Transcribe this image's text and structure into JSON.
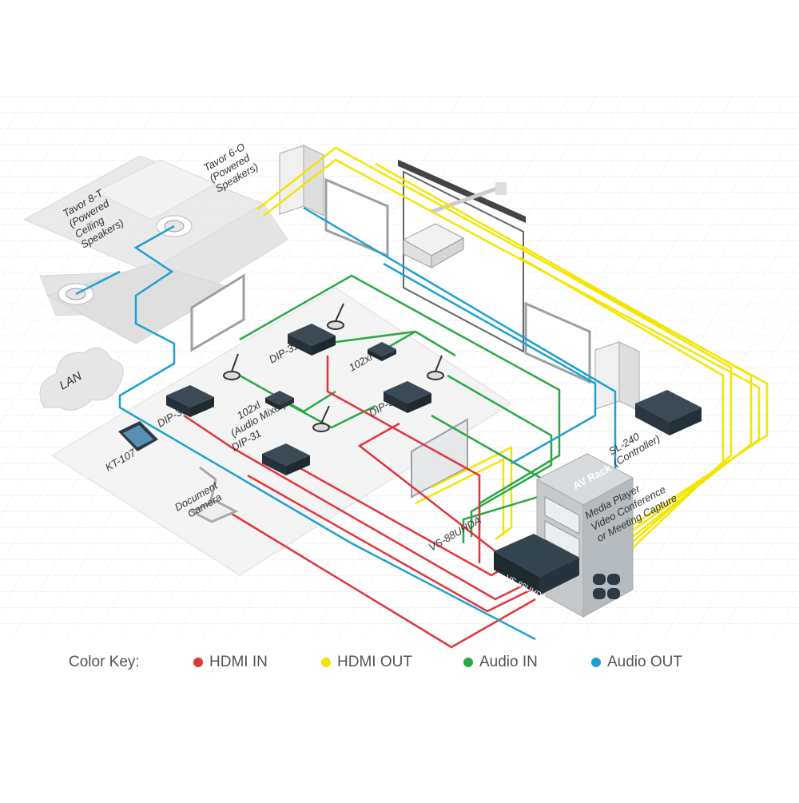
{
  "labels": {
    "tavor6": [
      "Tavor 6-O",
      "(Powered",
      "Speakers)"
    ],
    "tavor8": [
      "Tavor 8-T",
      "(Powered",
      "Ceiling",
      "Speakers)"
    ],
    "lan": "LAN",
    "dip_top": "DIP-31",
    "mixer_right": "102xl",
    "dip_mid": "DIP-31",
    "mixer_left": [
      "102xl",
      "(Audio Mixer)"
    ],
    "dip_left": "DIP-31",
    "dip_bottom": "DIP-31",
    "kt107": "KT-107",
    "doc_cam": [
      "Document",
      "Camera"
    ],
    "sl240": [
      "SL-240",
      "(Controller)"
    ],
    "av_rack": "AV Rack",
    "rack_lines": [
      "Media Player",
      "Video Conference",
      "or Meeting Capture"
    ],
    "vs_label": "VS-88UHDA",
    "vs_front": "VS-88UHDA"
  },
  "color_key": {
    "title": "Color Key:",
    "items": [
      {
        "label": "HDMI IN",
        "color": "#e3343b"
      },
      {
        "label": "HDMI OUT",
        "color": "#f2e600"
      },
      {
        "label": "Audio IN",
        "color": "#2aa845"
      },
      {
        "label": "Audio OUT",
        "color": "#1ea0d2"
      }
    ]
  },
  "colors": {
    "hdmi_in": "#e3343b",
    "hdmi_out": "#f2e600",
    "audio_in": "#2aa845",
    "audio_out": "#1ea0d2",
    "device": "#2b3a44",
    "rack": "#cfd3d6"
  }
}
